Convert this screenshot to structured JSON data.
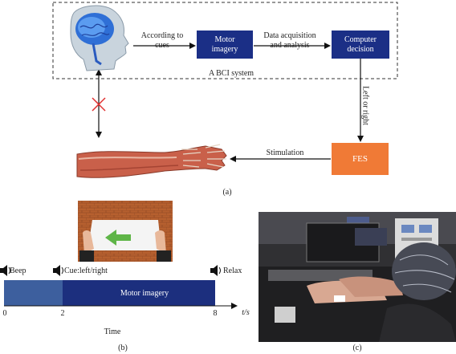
{
  "panel_a": {
    "cue_label_1": "According to",
    "cue_label_2": "cues",
    "motor_imagery_1": "Motor",
    "motor_imagery_2": "imagery",
    "data_label_1": "Data acquisition",
    "data_label_2": "and analysis",
    "computer_1": "Computer",
    "computer_2": "decision",
    "bci_system": "A BCI system",
    "left_or_right": "Left or right",
    "fes": "FES",
    "stimulation": "Stimulation",
    "caption": "(a)"
  },
  "panel_b": {
    "beep": "Beep",
    "cue": "Cue:left/right",
    "relax": "Relax",
    "motor_imagery": "Motor imagery",
    "tick_0": "0",
    "tick_2": "2",
    "tick_8": "8",
    "axis_unit": "t/s",
    "axis_title": "Time",
    "caption": "(b)"
  },
  "panel_c": {
    "caption": "(c)"
  },
  "colors": {
    "box_blue": "#1b2f86",
    "fes_orange": "#f07a36",
    "timeline_light": "#3d5f9e",
    "timeline_dark": "#1c2f7e",
    "cross_red": "#e03030"
  }
}
